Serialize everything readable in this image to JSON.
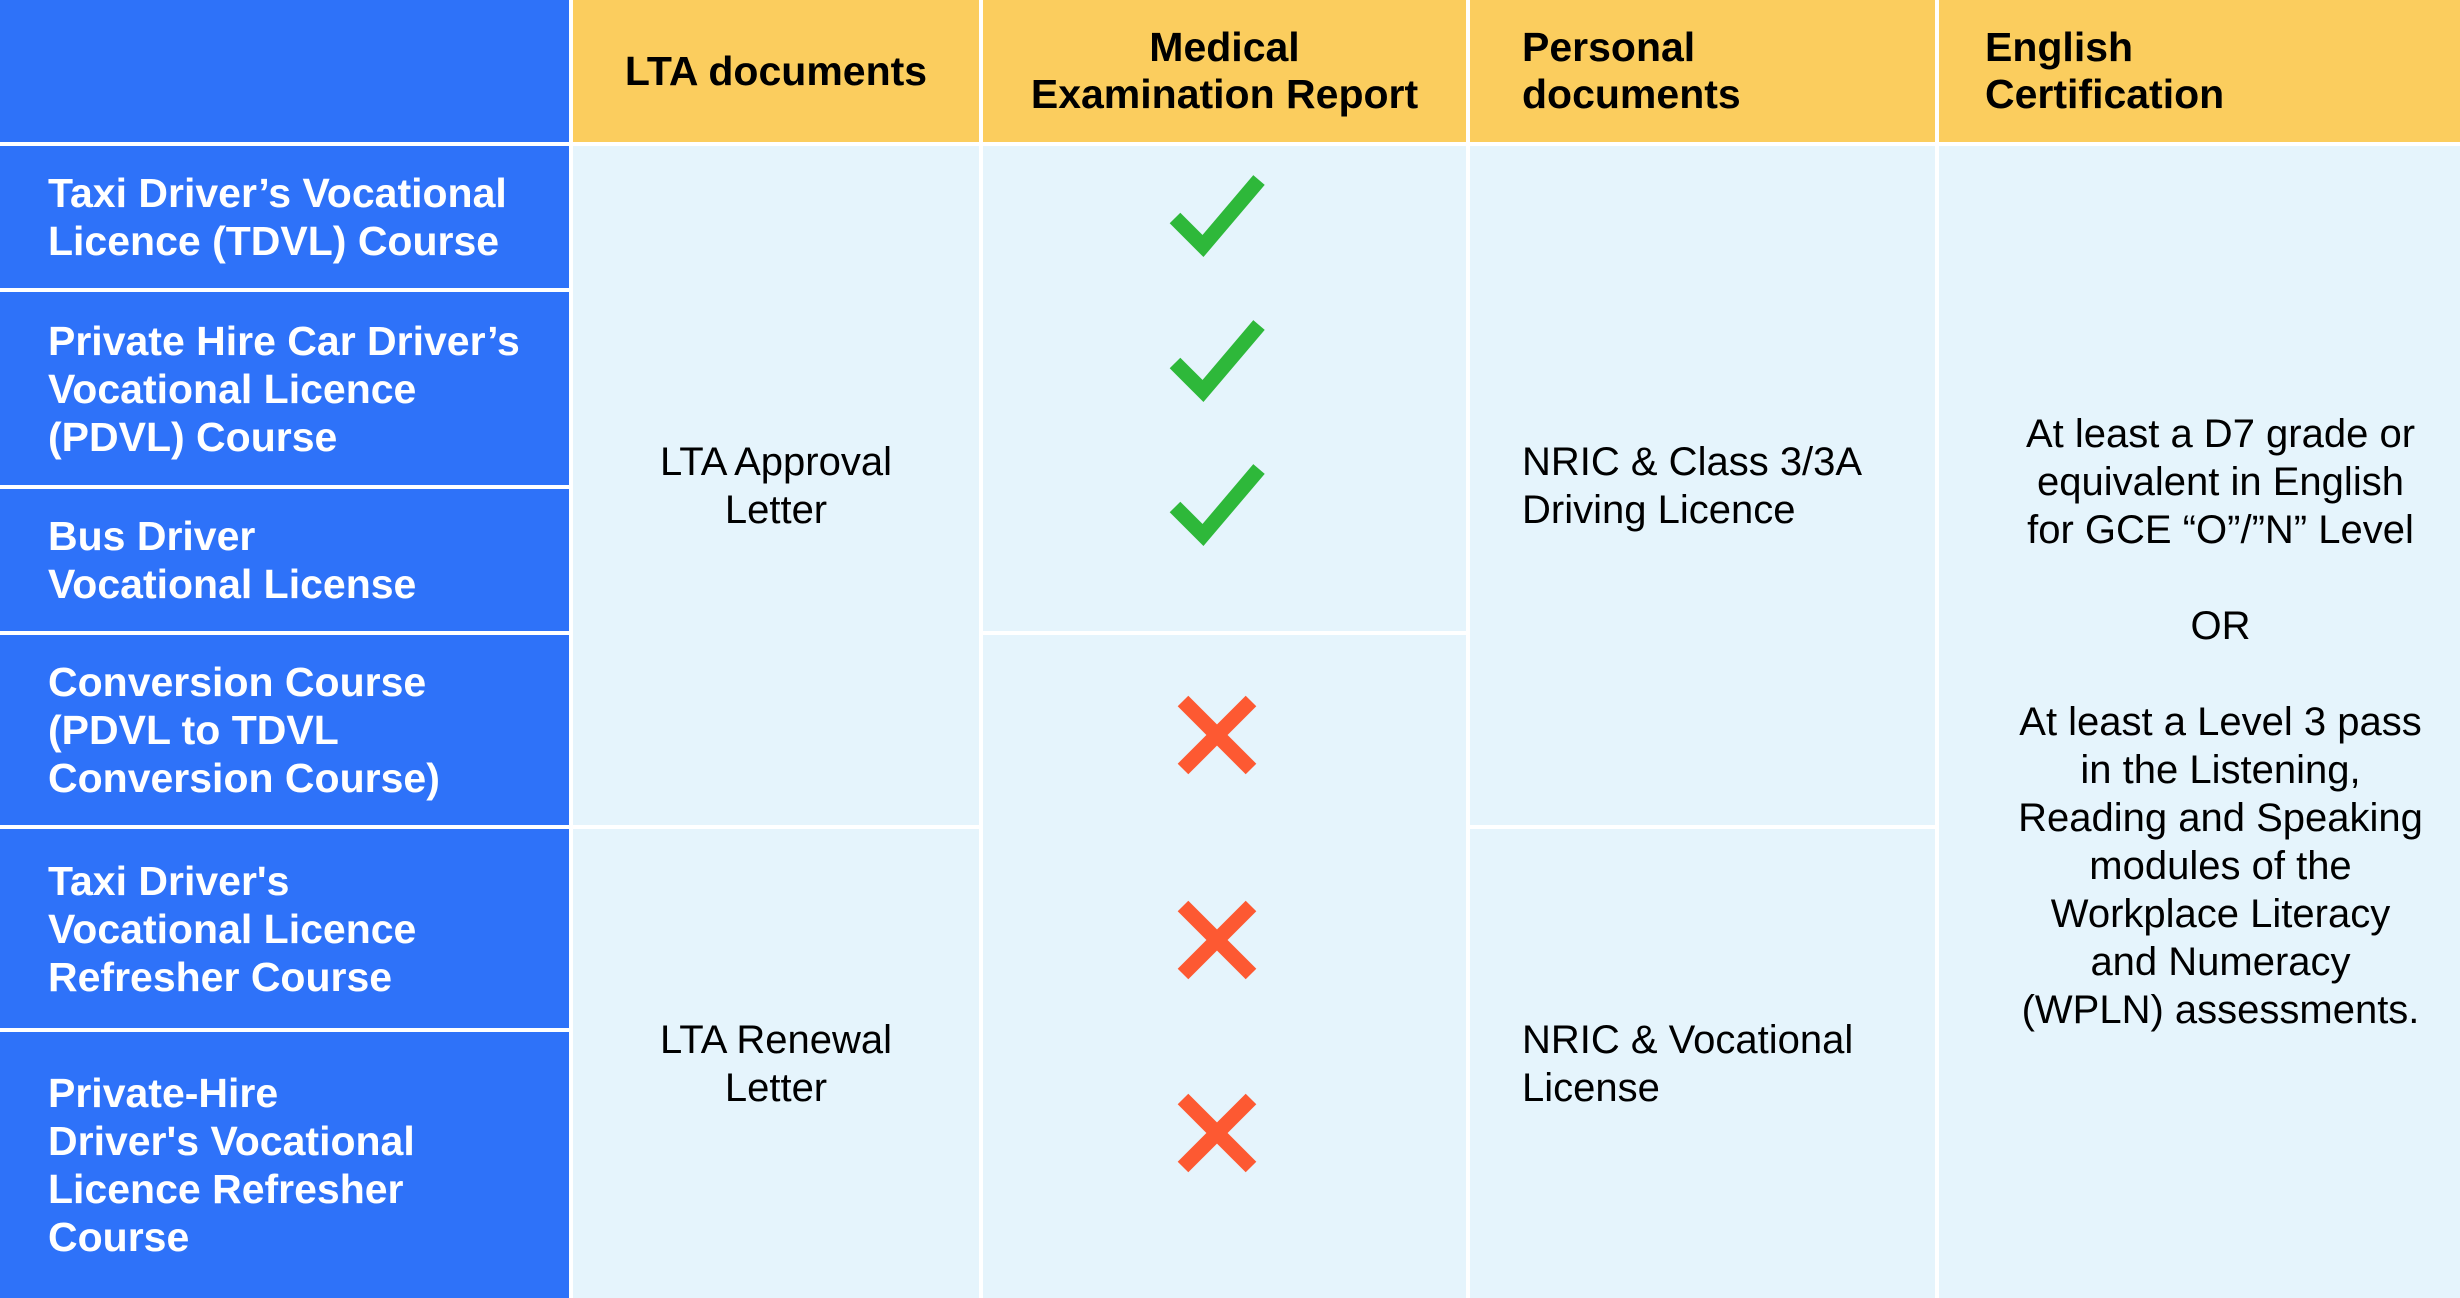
{
  "headers": {
    "corner": "",
    "lta_documents": "LTA documents",
    "medical_line1": "Medical",
    "medical_line2": "Examination Report",
    "personal_line1": "Personal",
    "personal_line2": "documents",
    "english_line1": "English",
    "english_line2": "Certification"
  },
  "courses": [
    {
      "line1": "Taxi Driver’s Vocational",
      "line2": "Licence (TDVL) Course",
      "line3": "",
      "line4": "",
      "medical_required": true
    },
    {
      "line1": "Private Hire Car Driver’s",
      "line2": "Vocational Licence",
      "line3": "(PDVL) Course",
      "line4": "",
      "medical_required": true
    },
    {
      "line1": "Bus Driver",
      "line2": "Vocational License",
      "line3": "",
      "line4": "",
      "medical_required": true
    },
    {
      "line1": "Conversion Course",
      "line2": "(PDVL to TDVL",
      "line3": "Conversion Course)",
      "line4": "",
      "medical_required": false
    },
    {
      "line1": "Taxi Driver's",
      "line2": "Vocational Licence",
      "line3": "Refresher Course",
      "line4": "",
      "medical_required": false
    },
    {
      "line1": "Private-Hire",
      "line2": "Driver's Vocational",
      "line3": "Licence Refresher",
      "line4": "Course",
      "medical_required": false
    }
  ],
  "lta": {
    "approval_line1": "LTA Approval",
    "approval_line2": "Letter",
    "renewal_line1": "LTA Renewal",
    "renewal_line2": "Letter"
  },
  "personal": {
    "new_line1": "NRIC & Class 3/3A",
    "new_line2": "Driving Licence",
    "refresher_line1": "NRIC & Vocational",
    "refresher_line2": "License"
  },
  "english": {
    "a_line1": "At least a D7 grade or",
    "a_line2": "equivalent in English",
    "a_line3": "for GCE “O”/”N” Level",
    "or": "OR",
    "b_line1": "At least a Level 3 pass",
    "b_line2": "in the Listening,",
    "b_line3": "Reading and Speaking",
    "b_line4": "modules of the",
    "b_line5": "Workplace Literacy",
    "b_line6": "and Numeracy",
    "b_line7": "(WPLN) assessments."
  },
  "icons": {
    "check": "check-icon",
    "cross": "cross-icon"
  },
  "colors": {
    "header_bg": "#fbcd5e",
    "course_bg": "#2e72f9",
    "body_bg": "#e5f4fc",
    "check": "#2eb83a",
    "cross": "#fd5932"
  }
}
